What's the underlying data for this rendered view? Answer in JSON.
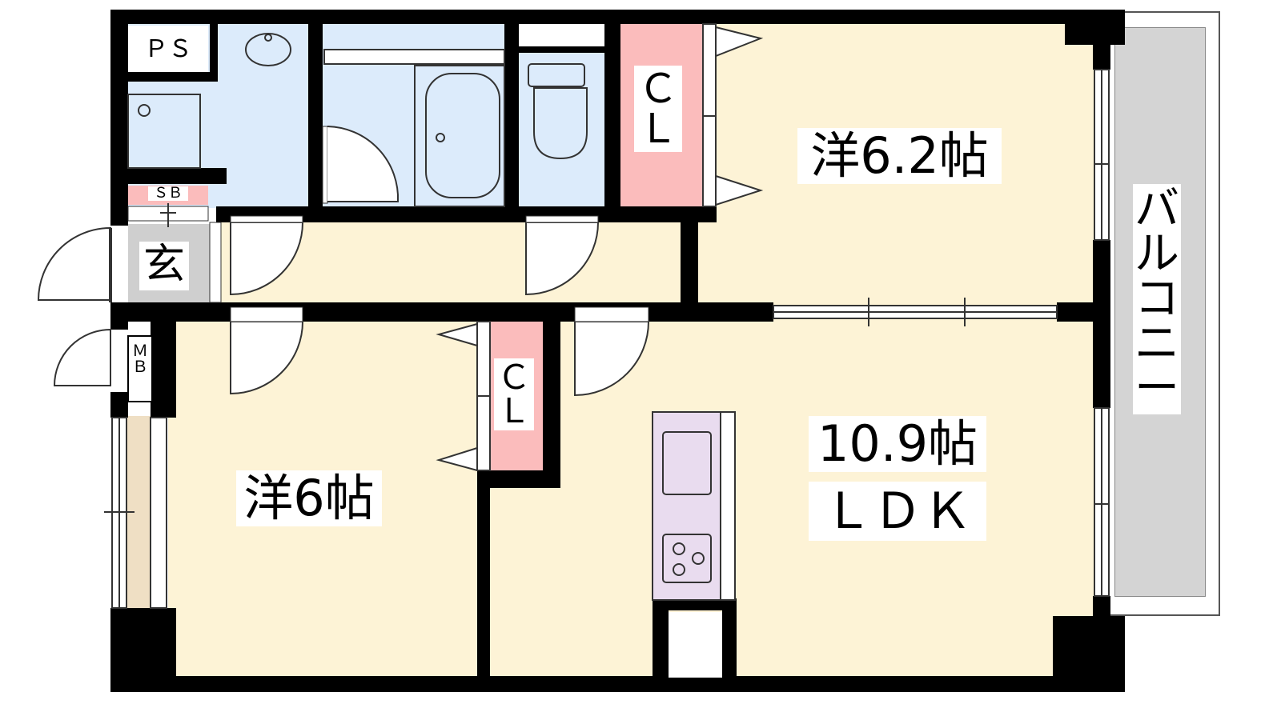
{
  "rooms": {
    "western1": {
      "label": "洋6.2帖"
    },
    "western2": {
      "label": "洋6帖"
    },
    "ldk": {
      "label_size": "10.9帖",
      "label_type": "ＬＤＫ"
    },
    "closet1": {
      "label_line1": "Ｃ",
      "label_line2": "Ｌ"
    },
    "closet2": {
      "label_line1": "Ｃ",
      "label_line2": "Ｌ"
    },
    "entrance": {
      "label": "玄"
    },
    "pipe_space": {
      "label": "ＰＳ"
    },
    "shoe_box": {
      "label": "ＳＢ"
    },
    "meter_box": {
      "label_line1": "Ｍ",
      "label_line2": "Ｂ"
    },
    "balcony": {
      "label_chars": [
        "バ",
        "ル",
        "コ",
        "ニ",
        "ー"
      ]
    }
  },
  "colors": {
    "wall": "#000000",
    "living_floor": "#fdf3d6",
    "wet_area": "#dcebfb",
    "closet": "#fbbcbc",
    "entrance_floor": "#cfcfcf",
    "kitchen_counter": "#e9dcef",
    "balcony_floor": "#d4d4d4",
    "window_recess": "#efdfc4"
  }
}
